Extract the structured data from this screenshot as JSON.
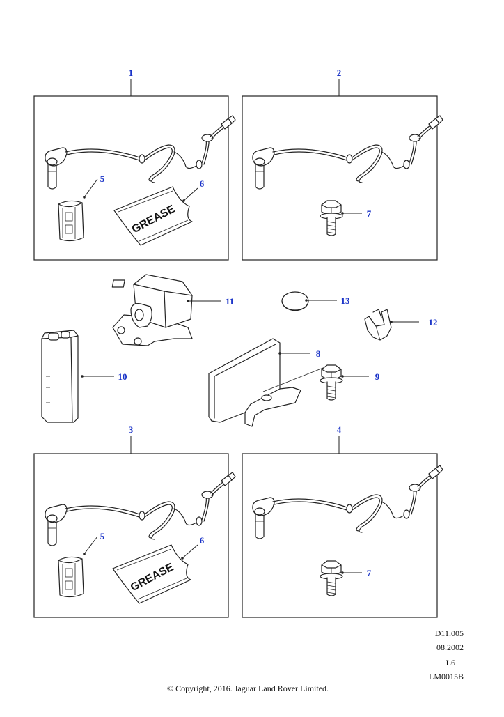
{
  "callouts": {
    "c1": "1",
    "c2": "2",
    "c3": "3",
    "c4": "4",
    "c5a": "5",
    "c5b": "5",
    "c6a": "6",
    "c6b": "6",
    "c7a": "7",
    "c7b": "7",
    "c8": "8",
    "c9": "9",
    "c10": "10",
    "c11": "11",
    "c12": "12",
    "c13": "13"
  },
  "grease_label": "GREASE",
  "reference": {
    "line1": "D11.005",
    "line2": "08.2002",
    "line3": "L6",
    "line4": "LM0015B"
  },
  "copyright": "© Copyright, 2016. Jaguar Land Rover Limited.",
  "colors": {
    "callout": "#1a33c8",
    "line": "#222222"
  }
}
